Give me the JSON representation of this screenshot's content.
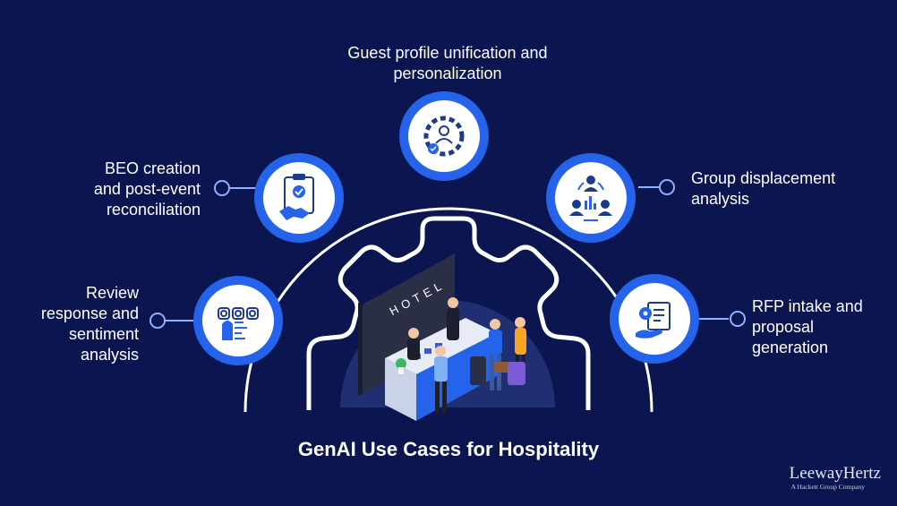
{
  "title": "GenAI Use Cases for Hospitality",
  "use_cases": [
    {
      "label": "Review\nresponse and\nsentiment\nanalysis",
      "icon": "sentiment-faces-icon"
    },
    {
      "label": "BEO creation\nand post-event\nreconciliation",
      "icon": "clipboard-handshake-icon"
    },
    {
      "label": "Guest profile unification and\npersonalization",
      "icon": "user-gear-icon"
    },
    {
      "label": "Group displacement\nanalysis",
      "icon": "group-analytics-icon"
    },
    {
      "label": "RFP intake and\nproposal\ngeneration",
      "icon": "document-hand-gear-icon"
    }
  ],
  "hotel_sign": "HOTEL",
  "brand": {
    "name": "LeewayHertz",
    "tagline": "A Hackett Group Company"
  },
  "colors": {
    "background": "#0b1650",
    "accent": "#2563eb",
    "icon_circle": "#ffffff",
    "connector": "#8fb0ff"
  }
}
